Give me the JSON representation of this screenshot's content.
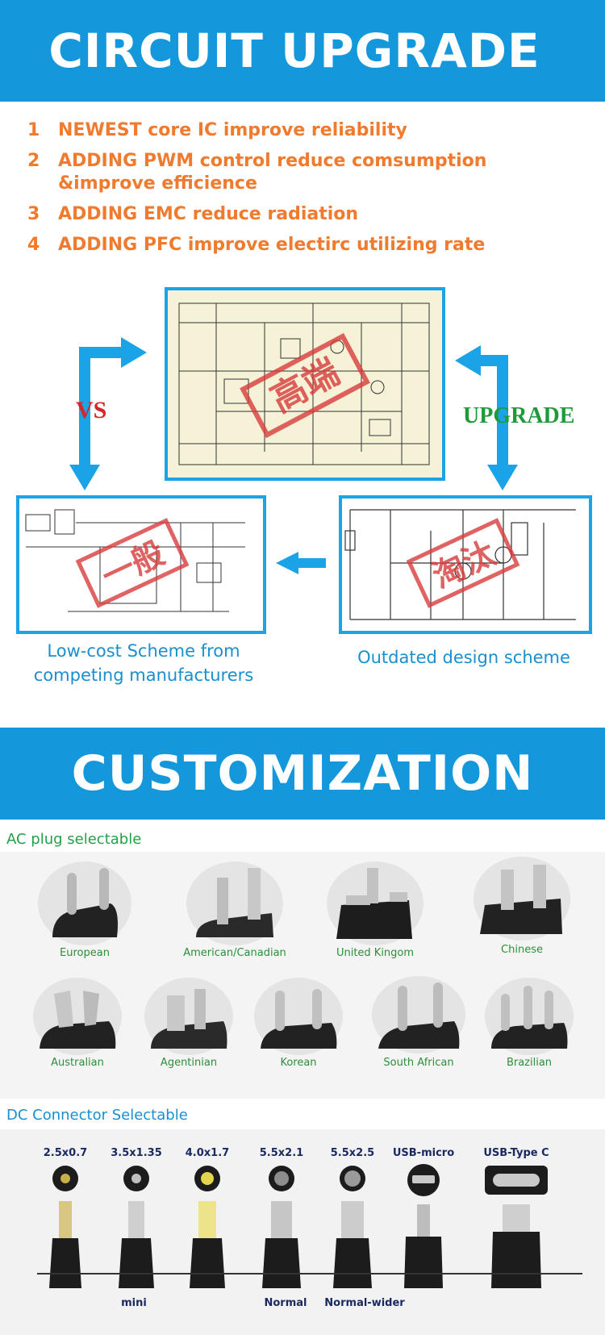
{
  "circuit_banner": {
    "title": "CIRCUIT UPGRADE"
  },
  "features": [
    {
      "num": "1",
      "text": "NEWEST core IC improve reliability"
    },
    {
      "num": "2",
      "text": "ADDING PWM control reduce comsumption &improve efficience"
    },
    {
      "num": "3",
      "text": "ADDING EMC reduce radiation"
    },
    {
      "num": "4",
      "text": "ADDING PFC improve electirc utilizing rate"
    }
  ],
  "diagram": {
    "vs_label": "VS",
    "upgrade_label": "UPGRADE",
    "left_caption": "Low-cost Scheme from competing manufacturers",
    "right_caption": "Outdated design scheme",
    "stamp_top": "高端",
    "stamp_left": "一般",
    "stamp_right": "淘汰"
  },
  "custom_banner": {
    "title": "CUSTOMIZATION"
  },
  "ac_section": {
    "label": "AC plug selectable",
    "plugs": [
      "European",
      "American/Canadian",
      "United Kingom",
      "Chinese",
      "Australian",
      "Agentinian",
      "Korean",
      "South African",
      "Brazilian"
    ]
  },
  "dc_section": {
    "label": "DC Connector Selectable",
    "connectors": [
      "2.5x0.7",
      "3.5x1.35",
      "4.0x1.7",
      "5.5x2.1",
      "5.5x2.5",
      "USB-micro",
      "USB-Type C"
    ],
    "notes": [
      "mini",
      "Normal",
      "Normal-wider"
    ]
  },
  "colors": {
    "banner": "#1597dc",
    "feature_text": "#f07b2f",
    "panel_border": "#1aa3e6",
    "vs": "#d82626",
    "upgrade": "#1f9a3a",
    "caption": "#1a8fd0"
  }
}
